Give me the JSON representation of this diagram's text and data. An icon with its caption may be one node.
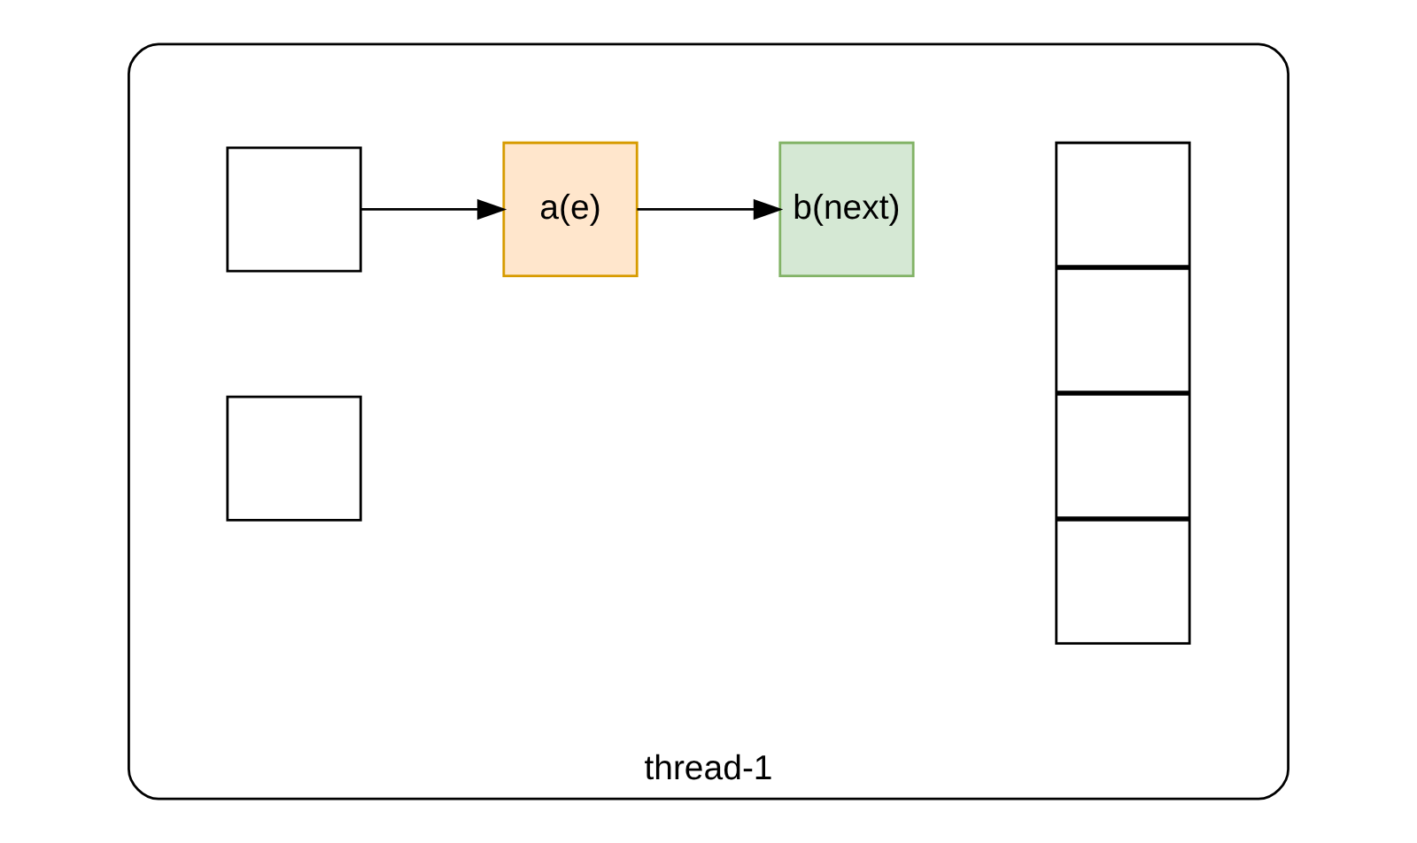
{
  "diagram": {
    "nodes": [
      {
        "text": [
          "thread-1"
        ]
      },
      {
        "text": [],
        "shape": "box",
        "in": 0
      },
      {
        "text": [],
        "shape": "box",
        "in": 0
      },
      {
        "text": [
          "a(e)"
        ],
        "in": 0
      },
      {
        "text": [
          "b(next)"
        ],
        "in": 0
      },
      {
        "text": [],
        "shape": "box",
        "in": 0
      },
      {
        "text": [],
        "shape": "box",
        "in": 0
      },
      {
        "text": [],
        "shape": "box",
        "in": 0
      },
      {
        "text": [],
        "shape": "box",
        "in": 0
      }
    ],
    "edges": [
      {
        "from": 1,
        "to": 3,
        "arrow": "to"
      },
      {
        "from": 3,
        "to": 4,
        "arrow": "to"
      }
    ]
  }
}
